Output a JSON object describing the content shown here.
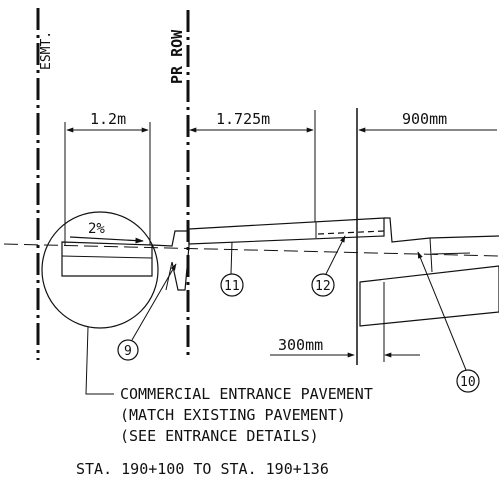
{
  "labels": {
    "esmt": "ESMT.",
    "pr_row": "PR ROW",
    "dim_left": "1.2m",
    "dim_mid": "1.725m",
    "dim_right": "900mm",
    "dim_bottom": "300mm",
    "slope": "2%"
  },
  "callouts": {
    "c9": "9",
    "c10": "10",
    "c11": "11",
    "c12": "12"
  },
  "notes": {
    "line1": "COMMERCIAL ENTRANCE PAVEMENT",
    "line2": "(MATCH EXISTING PAVEMENT)",
    "line3": "(SEE ENTRANCE DETAILS)"
  },
  "station_range": "STA. 190+100 TO STA. 190+136"
}
